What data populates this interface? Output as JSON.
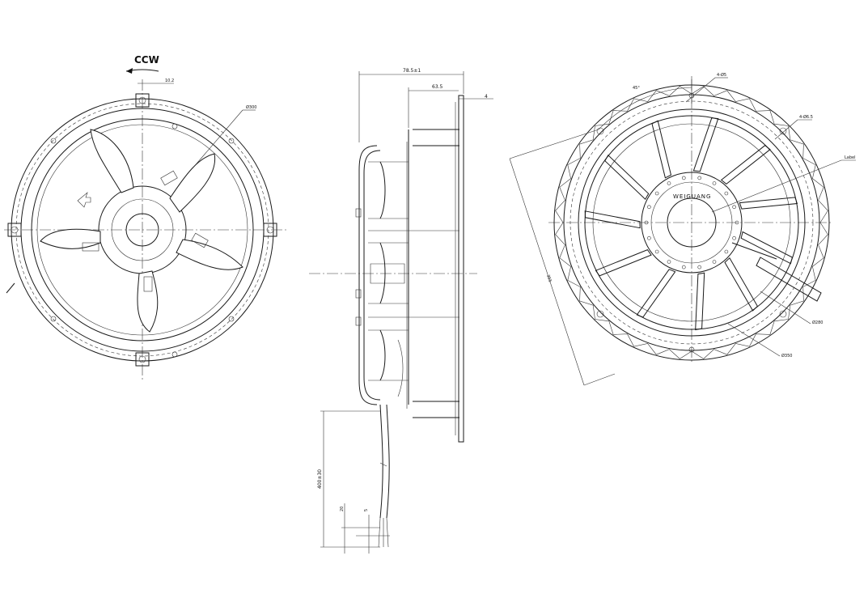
{
  "labels": {
    "rotation": "CCW",
    "width_front": "10.2",
    "dia_front": "Ø300",
    "depth_total": "78.5±1",
    "depth_inner": "63.5",
    "flange_thk": "4",
    "cable_len": "400±30",
    "strip_len": "20",
    "strip_small": "5",
    "angle": "45°",
    "hole_top": "4-Ø5",
    "hole_side": "4-Ø6.5",
    "label_tag": "Label",
    "diag_dim": "355",
    "dia_inner": "Ø280",
    "dia_outer": "Ø350",
    "brand": "WEIGUANG"
  }
}
